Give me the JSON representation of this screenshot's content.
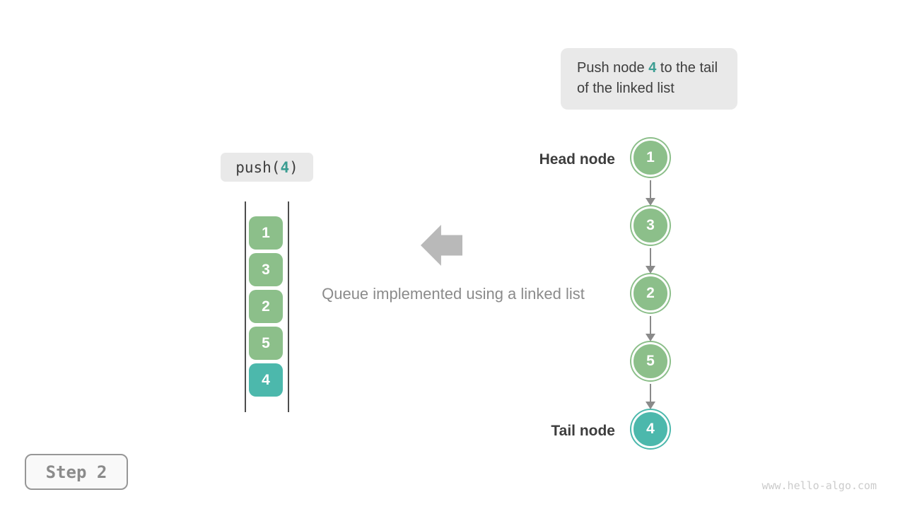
{
  "colors": {
    "green": "#8cbf8a",
    "teal": "#4cb8ac",
    "teal-text": "#3b9d92",
    "text-dark": "#3d3d3d",
    "text-gray": "#8b8b8b",
    "arrow-gray": "#b9b9b9",
    "arrow-line": "#8a8a8a",
    "box-bg": "#e9e9e9",
    "line-dark": "#4d4d4d",
    "step-border": "#979797",
    "watermark": "#cbcbcb"
  },
  "annotation": {
    "prefix": "Push node ",
    "highlight": "4",
    "suffix": " to the tail of the linked list"
  },
  "operation": {
    "prefix": "push(",
    "arg": "4",
    "suffix": ")"
  },
  "queue": {
    "items": [
      {
        "value": "1"
      },
      {
        "value": "3"
      },
      {
        "value": "2"
      },
      {
        "value": "5"
      },
      {
        "value": "4"
      }
    ]
  },
  "caption": "Queue implemented using a linked list",
  "linked_list": {
    "head_label": "Head node",
    "tail_label": "Tail node",
    "nodes": [
      {
        "value": "1"
      },
      {
        "value": "3"
      },
      {
        "value": "2"
      },
      {
        "value": "5"
      },
      {
        "value": "4"
      }
    ]
  },
  "step": {
    "label": "Step 2"
  },
  "watermark": "www.hello-algo.com"
}
